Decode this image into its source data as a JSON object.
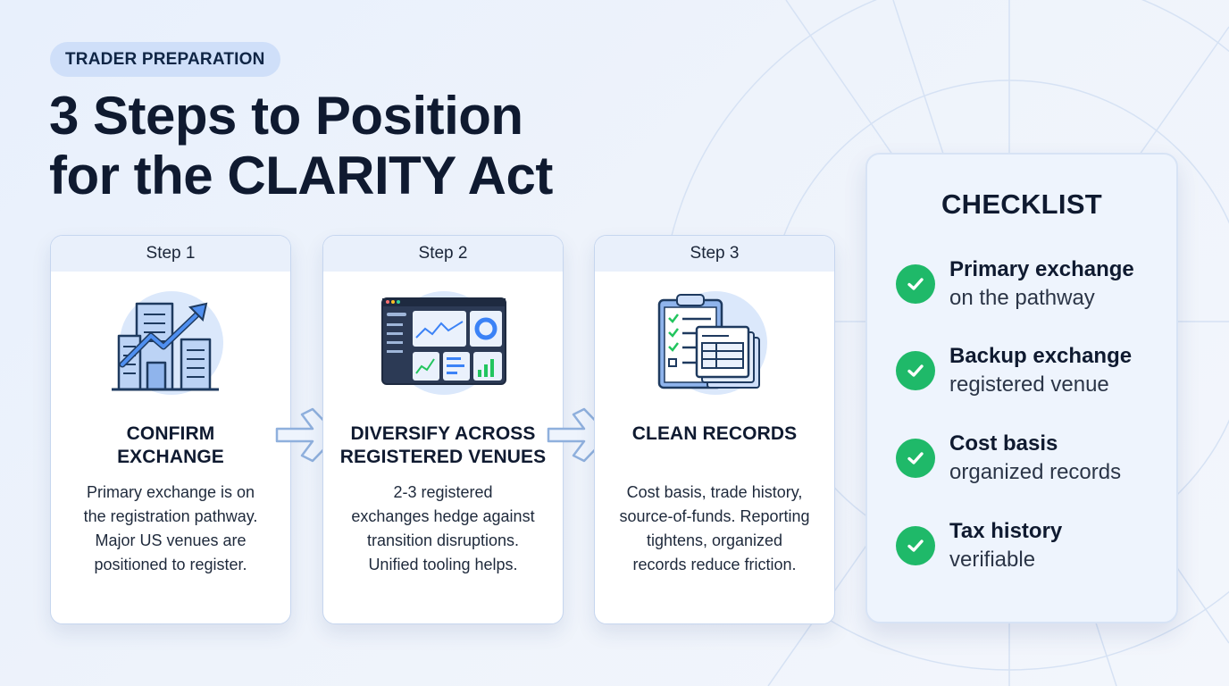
{
  "badge": "TRADER PREPARATION",
  "title": {
    "line1": "3 Steps to Position",
    "line2": "for the CLARITY Act"
  },
  "steps": [
    {
      "label": "Step 1",
      "icon": "building-growth-icon",
      "title_line1": "CONFIRM",
      "title_line2": "EXCHANGE",
      "body": [
        "Primary exchange is on",
        "the registration pathway.",
        "Major US venues are",
        "positioned to register."
      ]
    },
    {
      "label": "Step 2",
      "icon": "dashboard-icon",
      "title_line1": "DIVERSIFY ACROSS",
      "title_line2": "REGISTERED VENUES",
      "body": [
        "2-3 registered",
        "exchanges hedge against",
        "transition disruptions.",
        "Unified tooling helps."
      ]
    },
    {
      "label": "Step 3",
      "icon": "clipboard-records-icon",
      "title_line1": "CLEAN RECORDS",
      "title_line2": "",
      "body": [
        "Cost basis, trade history,",
        "source-of-funds. Reporting",
        "tightens, organized",
        "records reduce friction."
      ]
    }
  ],
  "checklist": {
    "title": "CHECKLIST",
    "items": [
      {
        "strong": "Primary exchange",
        "sub": "on the pathway"
      },
      {
        "strong": "Backup exchange",
        "sub": "registered venue"
      },
      {
        "strong": "Cost basis",
        "sub": "organized records"
      },
      {
        "strong": "Tax history",
        "sub": "verifiable"
      }
    ]
  },
  "colors": {
    "accent_blue": "#3b82f6",
    "check_green": "#1fb969",
    "badge_bg": "#cfdff9",
    "text_dark": "#0f1a30"
  }
}
